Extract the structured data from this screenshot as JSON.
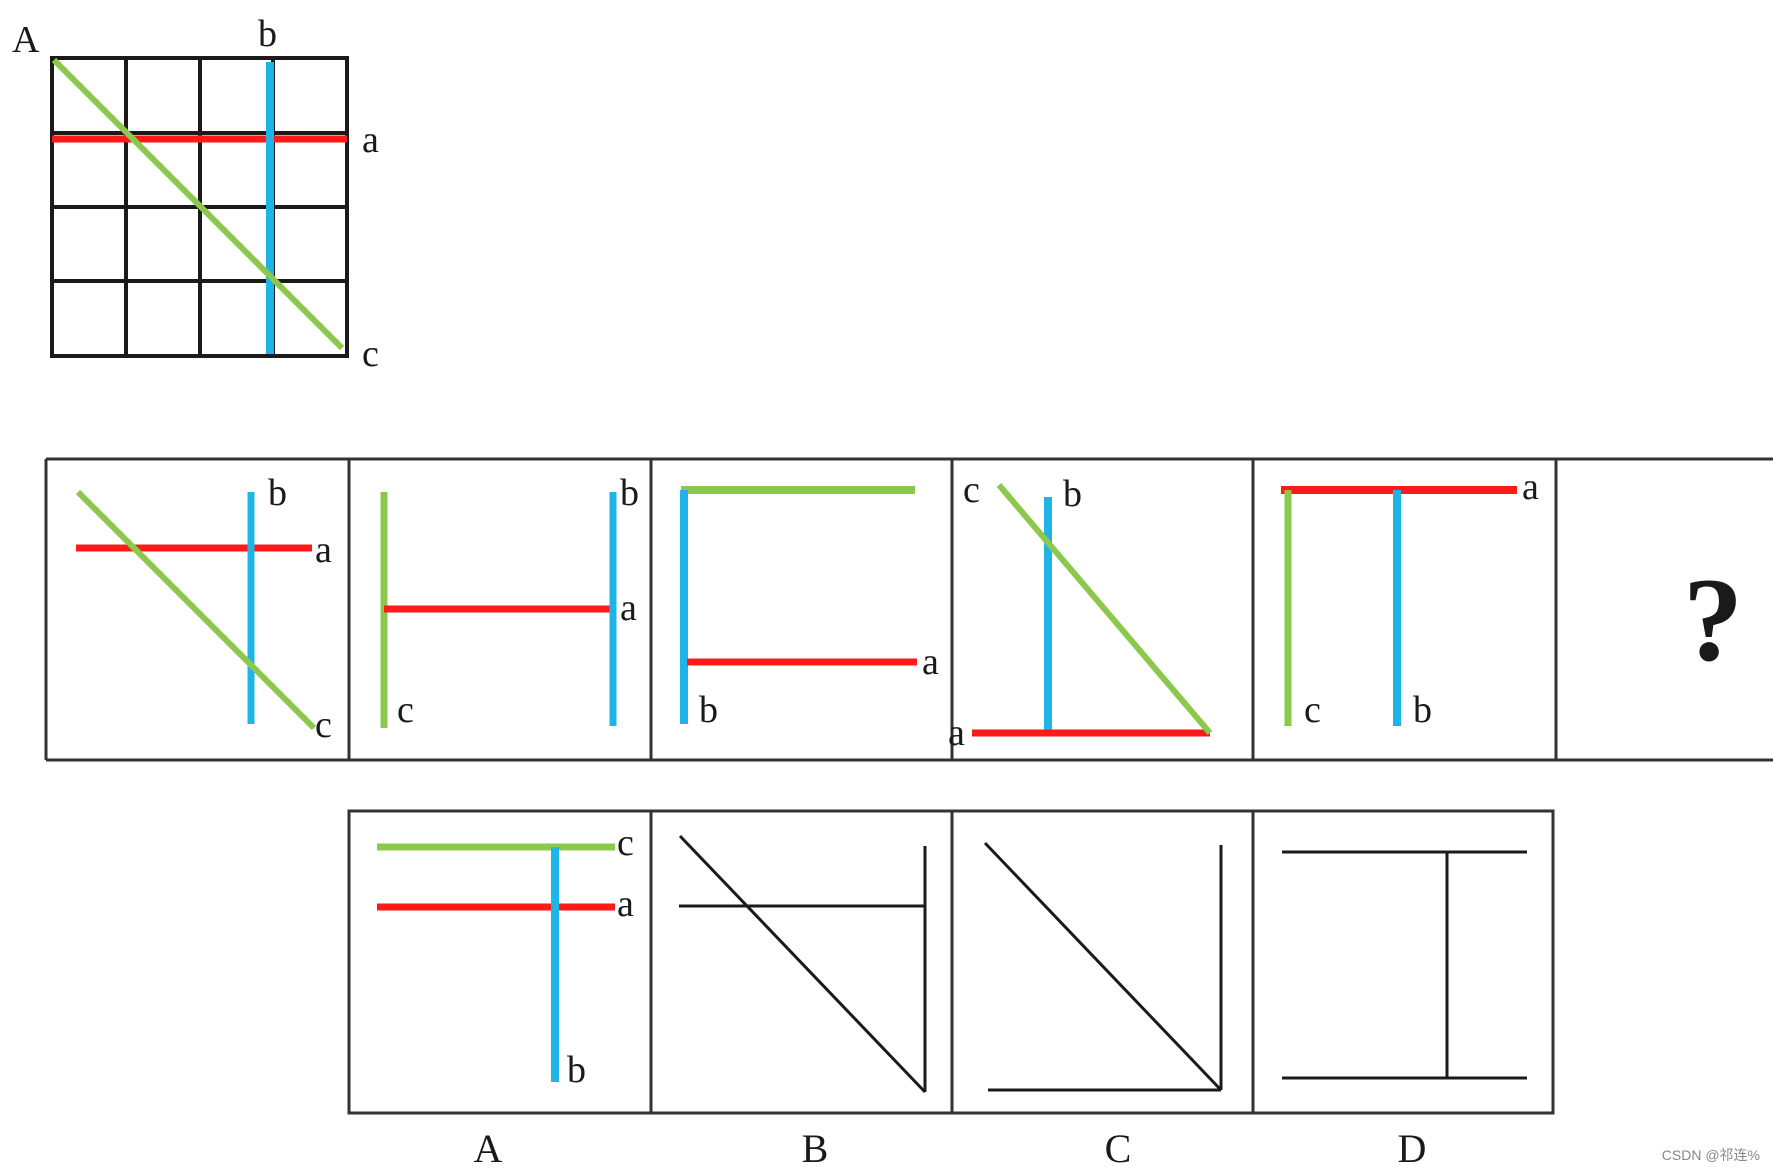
{
  "colors": {
    "red": "#ff1a1a",
    "blue": "#1eb4e6",
    "green": "#8cc84b",
    "ink": "#1a1a1a",
    "gray_line": "#333333"
  },
  "reference": {
    "corner_label": "A",
    "line_labels": {
      "a": "a",
      "b": "b",
      "c": "c"
    }
  },
  "sequence": {
    "panel_labels": [
      {
        "b": "b",
        "a": "a",
        "c": "c"
      },
      {
        "b": "b",
        "a": "a",
        "c": "c"
      },
      {
        "a": "a",
        "b": "b"
      },
      {
        "c": "c",
        "b": "b",
        "a": "a"
      },
      {
        "a": "a",
        "c": "c",
        "b": "b"
      }
    ],
    "unknown": "?"
  },
  "options": {
    "A": {
      "c": "c",
      "a": "a",
      "b": "b"
    },
    "letters": [
      "A",
      "B",
      "C",
      "D"
    ]
  },
  "watermark": "CSDN @祁连%"
}
